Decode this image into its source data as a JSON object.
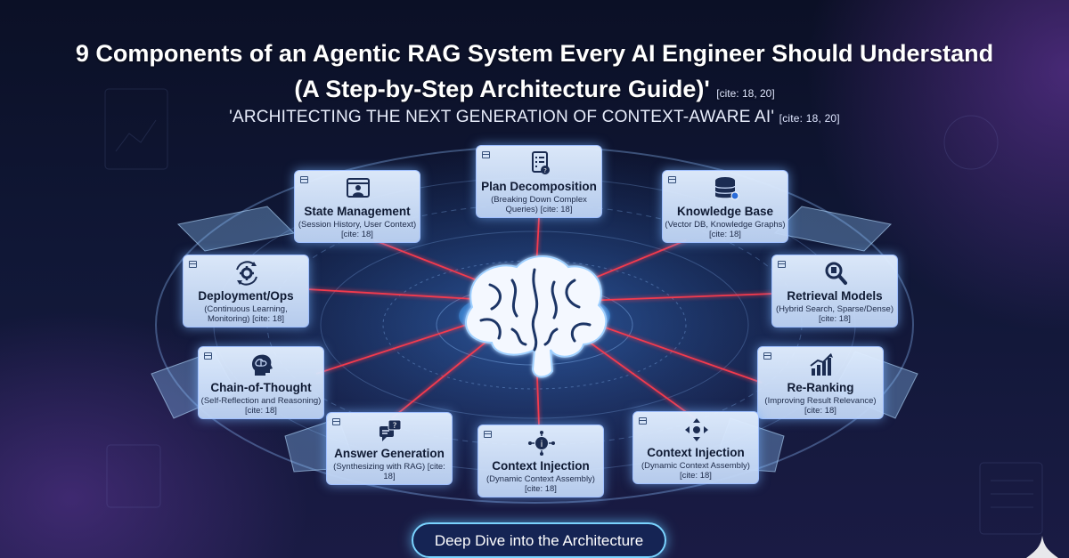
{
  "title_line1": "9 Components of an Agentic RAG System Every AI Engineer Should Understand",
  "title_line2": "(A Step-by-Step Architecture Guide)'",
  "title_cite": "[cite: 18, 20]",
  "subtitle": "'ARCHITECTING THE NEXT GENERATION OF CONTEXT-AWARE AI'",
  "subtitle_cite": "[cite: 18, 20]",
  "components": [
    {
      "name": "Plan Decomposition",
      "desc": "(Breaking Down Complex Queries) [cite: 18]",
      "icon": "checklist-icon"
    },
    {
      "name": "Knowledge Base",
      "desc": "(Vector DB, Knowledge Graphs) [cite: 18]",
      "icon": "database-icon"
    },
    {
      "name": "Retrieval Models",
      "desc": "(Hybrid Search, Sparse/Dense) [cite: 18]",
      "icon": "search-icon"
    },
    {
      "name": "Re-Ranking",
      "desc": "(Improving Result Relevance) [cite: 18]",
      "icon": "bar-chart-icon"
    },
    {
      "name": "Context Injection",
      "desc": "(Dynamic Context Assembly) [cite: 18]",
      "icon": "move-arrows-icon"
    },
    {
      "name": "Context Injection",
      "desc": "(Dynamic Context Assembly) [cite: 18]",
      "icon": "info-network-icon"
    },
    {
      "name": "Answer Generation",
      "desc": "(Synthesizing with RAG) [cite: 18]",
      "icon": "chat-icon"
    },
    {
      "name": "Chain-of-Thought",
      "desc": "(Self-Reflection and Reasoning) [cite: 18]",
      "icon": "head-brain-icon"
    },
    {
      "name": "Deployment/Ops",
      "desc": "(Continuous Learning, Monitoring) [cite: 18]",
      "icon": "gear-cycle-icon"
    },
    {
      "name": "State Management",
      "desc": "(Session History, User Context) [cite: 18]",
      "icon": "browser-user-icon"
    }
  ],
  "hub_icon": "brain-icon",
  "cta_label": "Deep Dive into the Architecture",
  "colors": {
    "connector": "#ff3b4d",
    "card_glow": "#78b4ff",
    "button_border": "#7ad3ff"
  }
}
